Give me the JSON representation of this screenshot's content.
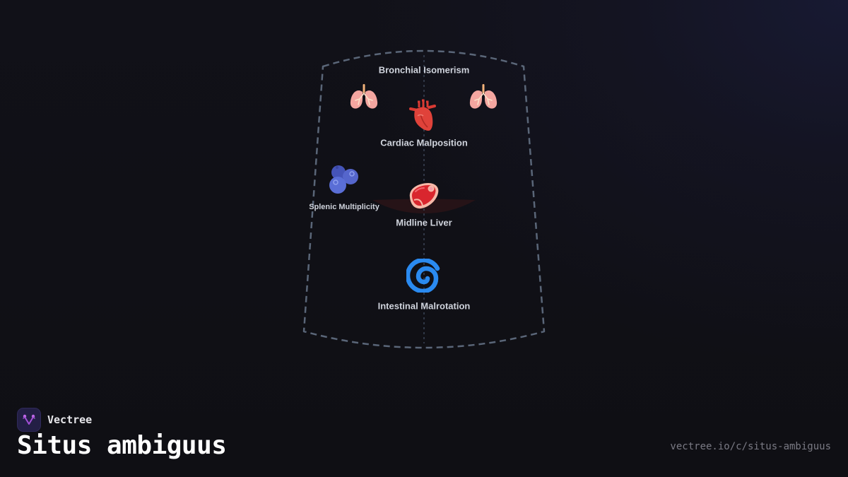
{
  "diagram": {
    "title": "Situs ambiguus",
    "outline": {
      "stroke_color": "#5a6678",
      "midline_color": "#3a4456"
    },
    "organs": [
      {
        "id": "bronchial",
        "label": "Bronchial Isomerism",
        "icon": "lungs-icon",
        "count": 2
      },
      {
        "id": "cardiac",
        "label": "Cardiac Malposition",
        "icon": "anatomical-heart-icon"
      },
      {
        "id": "splenic",
        "label": "Splenic Multiplicity",
        "icon": "blueberries-icon"
      },
      {
        "id": "liver",
        "label": "Midline Liver",
        "icon": "cut-of-meat-icon"
      },
      {
        "id": "intestinal",
        "label": "Intestinal Malrotation",
        "icon": "cyclone-icon"
      }
    ]
  },
  "footer": {
    "brand_name": "Vectree",
    "page_title": "Situs ambiguus",
    "url": "vectree.io/c/situs-ambiguus",
    "brand_color": "#a24fd6"
  }
}
